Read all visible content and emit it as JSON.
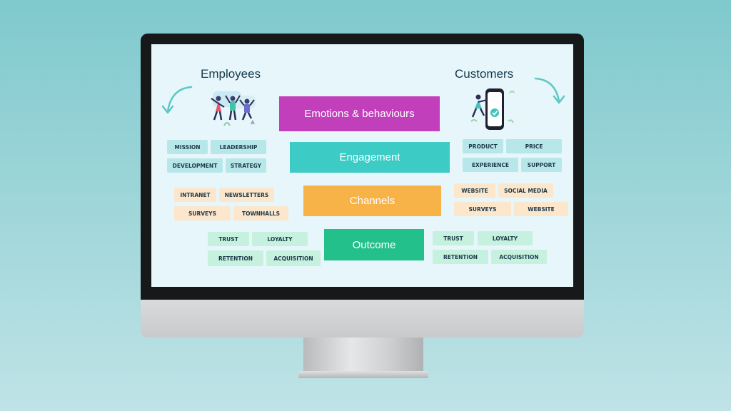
{
  "headings": {
    "employees": "Employees",
    "customers": "Customers"
  },
  "bars": {
    "emotions": "Emotions & behaviours",
    "engagement": "Engagement",
    "channels": "Channels",
    "outcome": "Outcome"
  },
  "employee_tags": {
    "engagement": [
      "MISSION",
      "LEADERSHIP",
      "DEVELOPMENT",
      "STRATEGY"
    ],
    "channels": [
      "INTRANET",
      "NEWSLETTERS",
      "SURVEYS",
      "TOWNHALLS"
    ],
    "outcome": [
      "TRUST",
      "LOYALTY",
      "RETENTION",
      "ACQUISITION"
    ]
  },
  "customer_tags": {
    "engagement": [
      "PRODUCT",
      "PRICE",
      "EXPERIENCE",
      "SUPPORT"
    ],
    "channels": [
      "WEBSITE",
      "SOCIAL MEDIA",
      "SURVEYS",
      "WEBSITE"
    ],
    "outcome": [
      "TRUST",
      "LOYALTY",
      "RETENTION",
      "ACQUISITION"
    ]
  },
  "colors": {
    "emotions": "#c23fbb",
    "engagement": "#3ccbc5",
    "channels": "#f7b347",
    "outcome": "#23c08c",
    "arrow": "#5fc7c4"
  },
  "icons": [
    "curved-arrow-down-left-icon",
    "curved-arrow-down-right-icon",
    "employees-jumping-illustration",
    "customer-phone-illustration"
  ]
}
